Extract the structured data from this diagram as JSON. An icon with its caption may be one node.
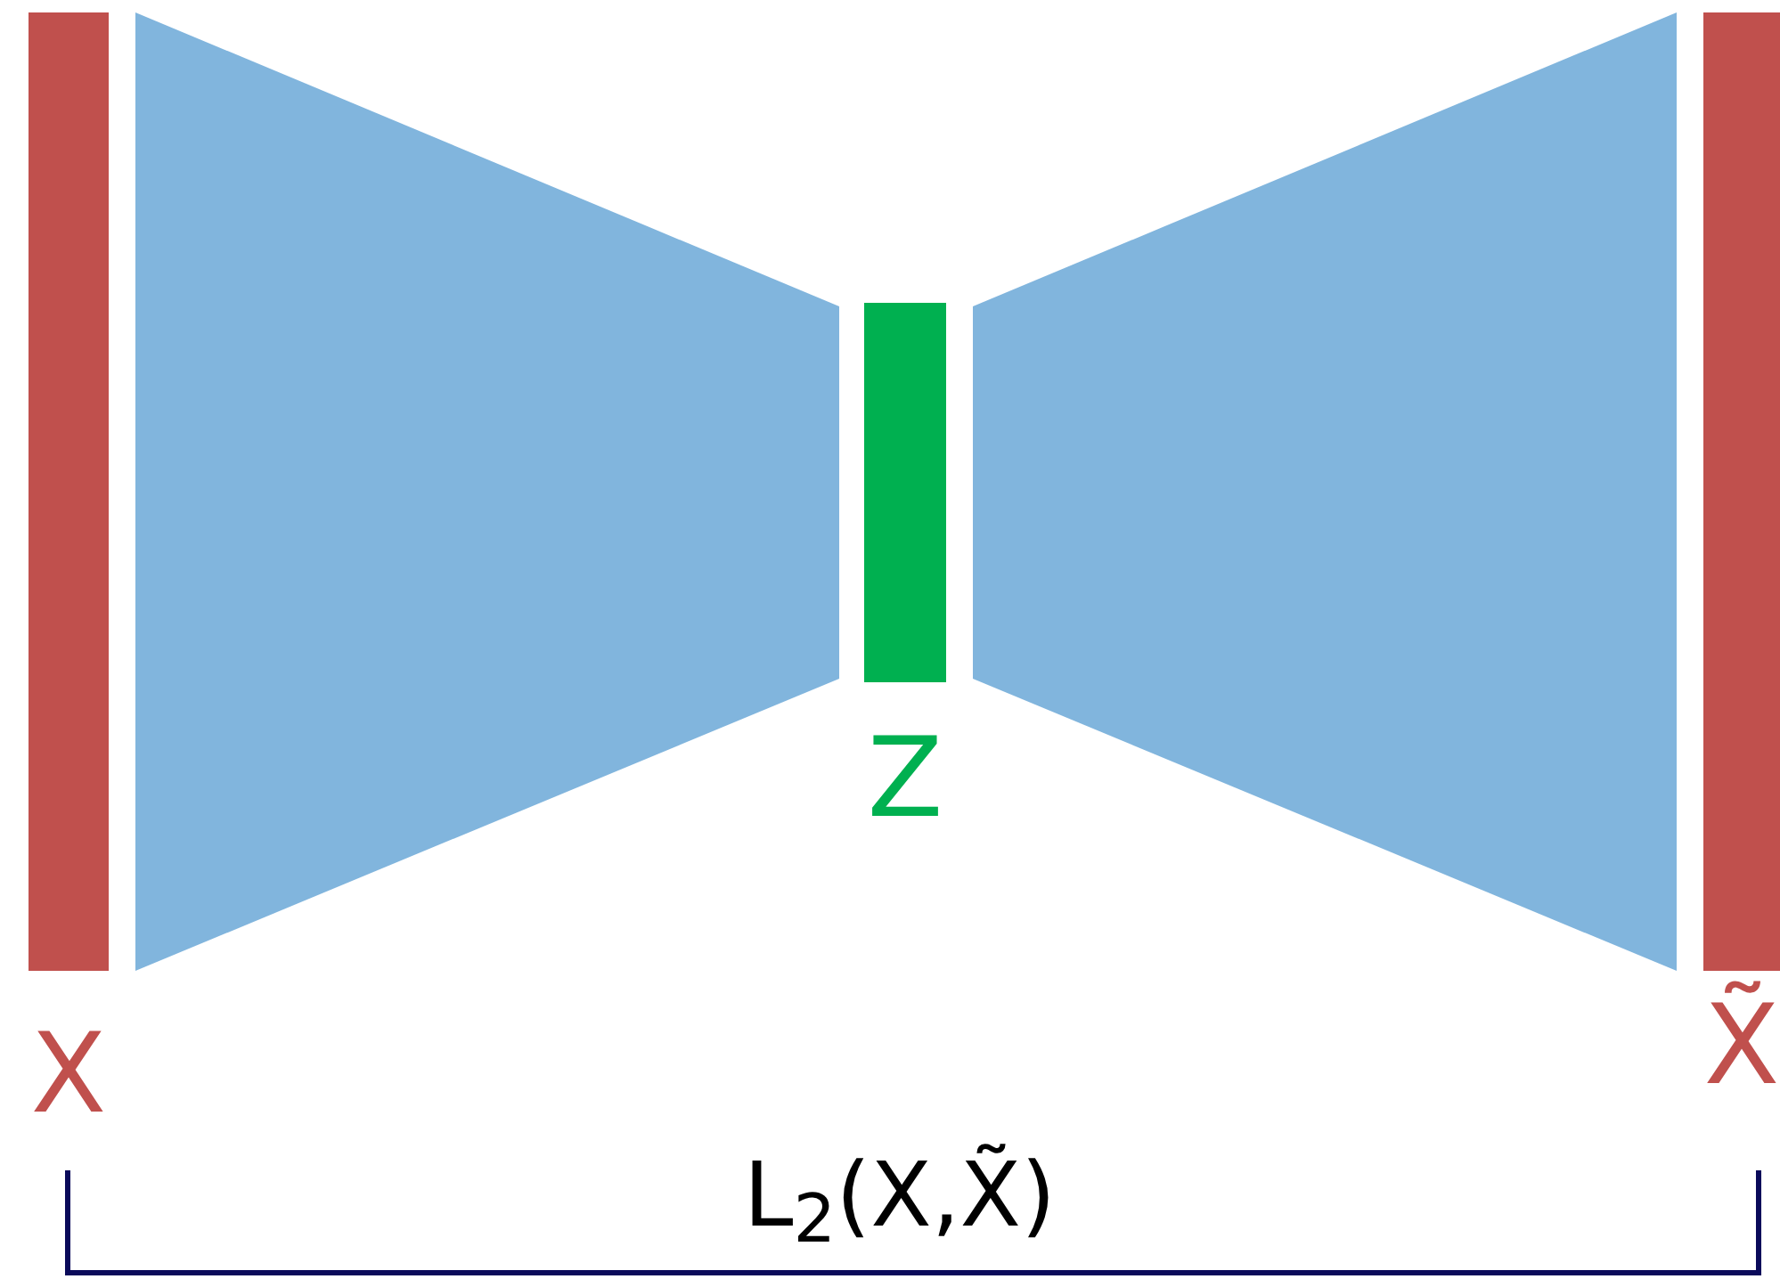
{
  "diagram": {
    "nodes": [
      {
        "text": [
          "X"
        ]
      },
      {
        "text": [],
        "shape": "trapezoid"
      },
      {
        "text": [
          "Z"
        ]
      },
      {
        "text": [],
        "shape": "trapezoid"
      },
      {
        "text": [
          "X̃"
        ]
      }
    ],
    "labels": [
      "L$_{2}$(X,X̃)"
    ]
  }
}
